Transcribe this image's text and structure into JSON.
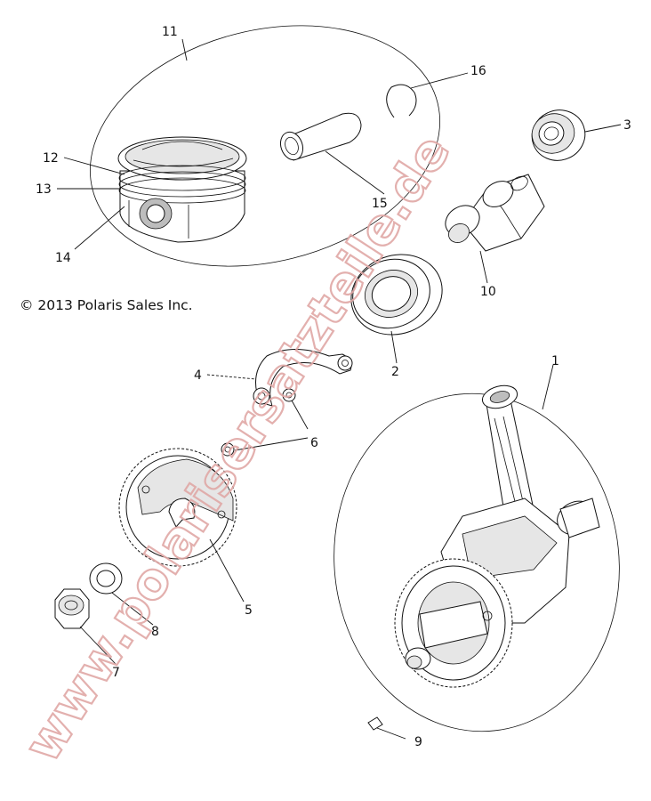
{
  "diagram": {
    "copyright": "© 2013 Polaris Sales Inc.",
    "watermark": "www.polarisersatzteile.de",
    "watermark_color": "#e0a8a6",
    "callouts": [
      {
        "id": "c1",
        "text": "1"
      },
      {
        "id": "c2",
        "text": "2"
      },
      {
        "id": "c3",
        "text": "3"
      },
      {
        "id": "c4",
        "text": "4"
      },
      {
        "id": "c5",
        "text": "5"
      },
      {
        "id": "c6",
        "text": "6"
      },
      {
        "id": "c7",
        "text": "7"
      },
      {
        "id": "c8",
        "text": "8"
      },
      {
        "id": "c9",
        "text": "9"
      },
      {
        "id": "c10",
        "text": "10"
      },
      {
        "id": "c11",
        "text": "11"
      },
      {
        "id": "c12",
        "text": "12"
      },
      {
        "id": "c13",
        "text": "13"
      },
      {
        "id": "c14",
        "text": "14"
      },
      {
        "id": "c15",
        "text": "15"
      },
      {
        "id": "c16",
        "text": "16"
      }
    ]
  }
}
